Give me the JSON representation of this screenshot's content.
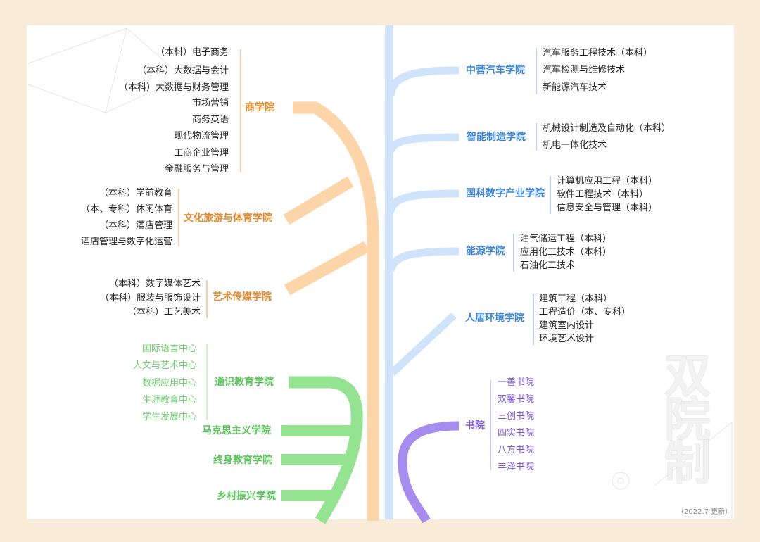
{
  "colors": {
    "background": "#f8ecd9",
    "orange_branch": "#fdd5a8",
    "blue_branch": "#cfe3fb",
    "green_branch": "#93e391",
    "purple_branch": "#a78cf0",
    "orange_text": "#e4892a",
    "blue_text": "#3b86d8",
    "green_text": "#6fcf6f",
    "purple_text": "#7d5ae0"
  },
  "left": {
    "shang": {
      "name": "商学院",
      "majors": [
        "（本科）电子商务",
        "（本科）大数据与会计",
        "（本科）大数据与财务管理",
        "市场营销",
        "商务英语",
        "现代物流管理",
        "工商企业管理",
        "金融服务与管理"
      ]
    },
    "wenlv": {
      "name": "文化旅游与体育学院",
      "majors": [
        "（本科）学前教育",
        "（本、专科）休闲体育",
        "（本科）酒店管理",
        "酒店管理与数字化运营"
      ]
    },
    "yishu": {
      "name": "艺术传媒学院",
      "majors": [
        "（本科）数字媒体艺术",
        "（本科）服装与服饰设计",
        "（本科）工艺美术"
      ]
    },
    "tongshi": {
      "name": "通识教育学院",
      "centers": [
        "国际语言中心",
        "人文与艺术中心",
        "数据应用中心",
        "生涯教育中心",
        "学生发展中心"
      ]
    },
    "makesi": "马克思主义学院",
    "zhongshen": "终身教育学院",
    "xiangcun": "乡村振兴学院"
  },
  "right": {
    "qiche": {
      "name": "中营汽车学院",
      "majors": [
        "汽车服务工程技术（本科）",
        "汽车检测与维修技术",
        "新能源汽车技术"
      ]
    },
    "zhineng": {
      "name": "智能制造学院",
      "majors": [
        "机械设计制造及自动化（本科）",
        "机电一体化技术"
      ]
    },
    "guoke": {
      "name": "国科数字产业学院",
      "majors": [
        "计算机应用工程（本科）",
        "软件工程技术（本科）",
        "信息安全与管理（本科）"
      ]
    },
    "nengyuan": {
      "name": "能源学院",
      "majors": [
        "油气储运工程（本科）",
        "应用化工技术（本科）",
        "石油化工技术"
      ]
    },
    "renju": {
      "name": "人居环境学院",
      "majors": [
        "建筑工程（本科）",
        "工程造价（本、专科）",
        "建筑室内设计",
        "环境艺术设计"
      ]
    },
    "shuyuan": {
      "name": "书院",
      "items": [
        "一善书院",
        "双馨书院",
        "三创书院",
        "四实书院",
        "八方书院",
        "丰泽书院"
      ]
    }
  },
  "watermark": [
    "双",
    "院",
    "制"
  ],
  "update_note": "（2022.7 更新）"
}
